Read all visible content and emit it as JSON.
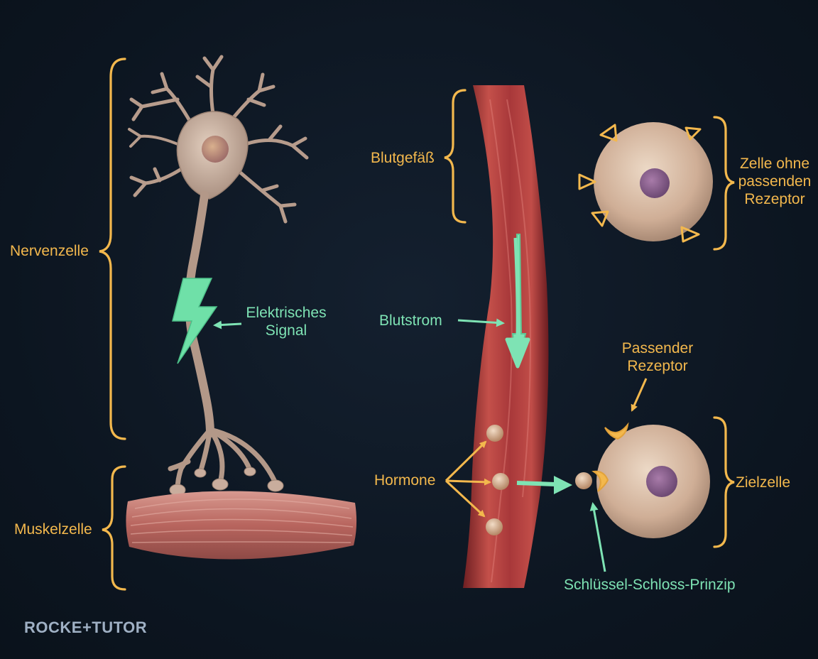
{
  "labels": {
    "nerve_cell": "Nervenzelle",
    "muscle_cell": "Muskelzelle",
    "electric_signal_line1": "Elektrisches",
    "electric_signal_line2": "Signal",
    "blood_vessel": "Blutgefäß",
    "blood_flow": "Blutstrom",
    "hormones": "Hormone",
    "cell_without_receptor_line1": "Zelle ohne",
    "cell_without_receptor_line2": "passenden",
    "cell_without_receptor_line3": "Rezeptor",
    "matching_receptor_line1": "Passender",
    "matching_receptor_line2": "Rezeptor",
    "target_cell": "Zielzelle",
    "lock_key_principle": "Schlüssel-Schloss-Prinzip"
  },
  "logo": "ROCKE+TUTOR",
  "colors": {
    "background": "#0d1724",
    "label_orange": "#f3b84d",
    "label_green": "#7ee3b4",
    "vessel_red": "#b03a3a",
    "cell_beige": "#d9bfa8",
    "nucleus_purple": "#8a5d8f",
    "muscle_red": "#b86a63"
  }
}
